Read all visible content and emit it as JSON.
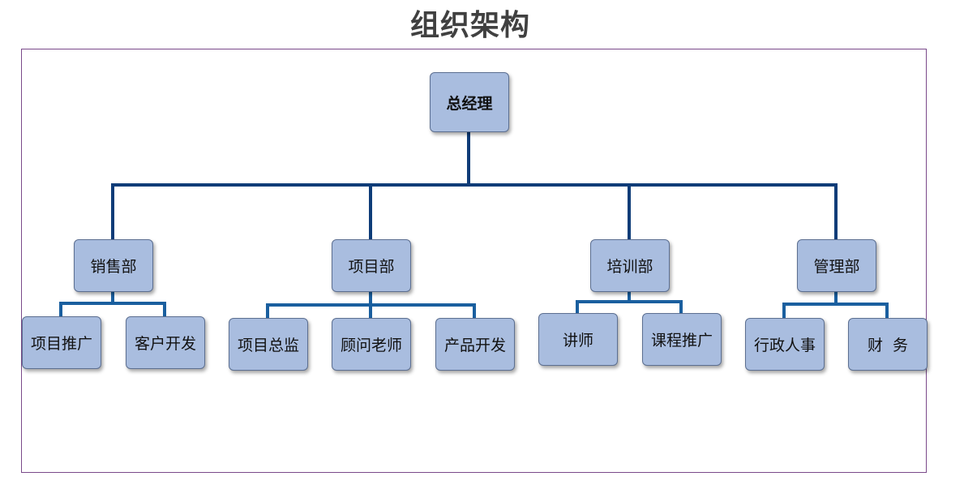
{
  "title": "组织架构",
  "top": {
    "label": "总经理"
  },
  "departments": [
    {
      "label": "销售部",
      "children": [
        "项目推广",
        "客户开发"
      ]
    },
    {
      "label": "项目部",
      "children": [
        "项目总监",
        "顾问老师",
        "产品开发"
      ]
    },
    {
      "label": "培训部",
      "children": [
        "讲师",
        "课程推广"
      ]
    },
    {
      "label": "管理部",
      "children": [
        "行政人事",
        "财  务"
      ]
    }
  ],
  "colors": {
    "box_fill": "#a9bddf",
    "main_line": "#0e3c78",
    "sub_line": "#1a5f9f",
    "frame": "#7a4a8a"
  }
}
